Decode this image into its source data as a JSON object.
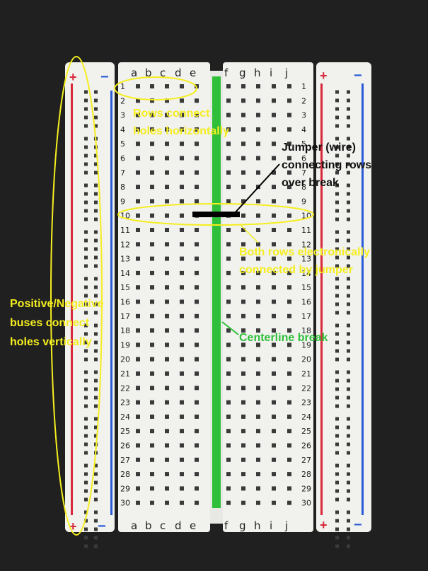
{
  "column_letters_left": [
    "a",
    "b",
    "c",
    "d",
    "e"
  ],
  "column_letters_right": [
    "f",
    "g",
    "h",
    "i",
    "j"
  ],
  "row_count": 30,
  "rail_labels": {
    "positive": "+",
    "negative": "−"
  },
  "callouts": {
    "rows_connect": [
      "Rows connect",
      "holes horizontally"
    ],
    "jumper": [
      "Jumper (wire)",
      "connecting rows",
      "over break"
    ],
    "both_rows": [
      "Both rows electronically",
      "connected by jumper"
    ],
    "buses": [
      "Positive/Negative",
      "buses connect",
      "holes vertically"
    ],
    "centerline": "Centerline break"
  },
  "colors": {
    "background": "#202020",
    "board": "#f1f1ee",
    "hole": "#3a3a3a",
    "rail_red": "#d8283a",
    "rail_blue": "#2a5bd6",
    "center_break": "#2fbf3a",
    "annotation_yellow": "#f5ee1f",
    "jumper": "#000000"
  }
}
